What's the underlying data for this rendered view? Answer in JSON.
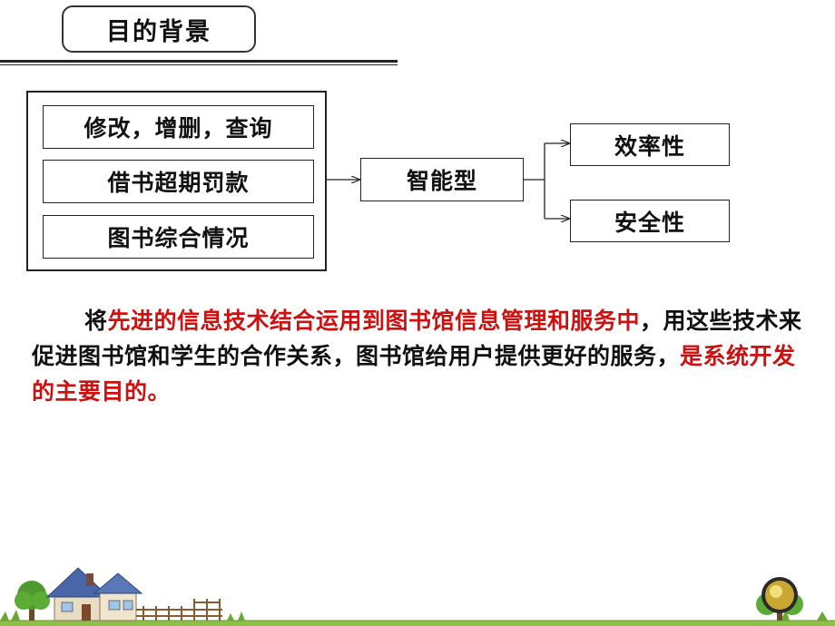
{
  "header": {
    "title": "目的背景"
  },
  "diagram": {
    "inputs": [
      "修改，增删，查询",
      "借书超期罚款",
      "图书综合情况"
    ],
    "center": "智能型",
    "outputs": [
      "效率性",
      "安全性"
    ]
  },
  "paragraph": {
    "part1": "将",
    "part2_red": "先进的信息技术结合运用到图书馆信息管理和服务中",
    "part3": "，用这些技术来促进图书馆和学生的合作关系，图书馆给用户提供更好的服务，",
    "part4_red": "是系统开发的主要目的。"
  },
  "colors": {
    "emphasis": "#cc1111",
    "border": "#222222"
  }
}
